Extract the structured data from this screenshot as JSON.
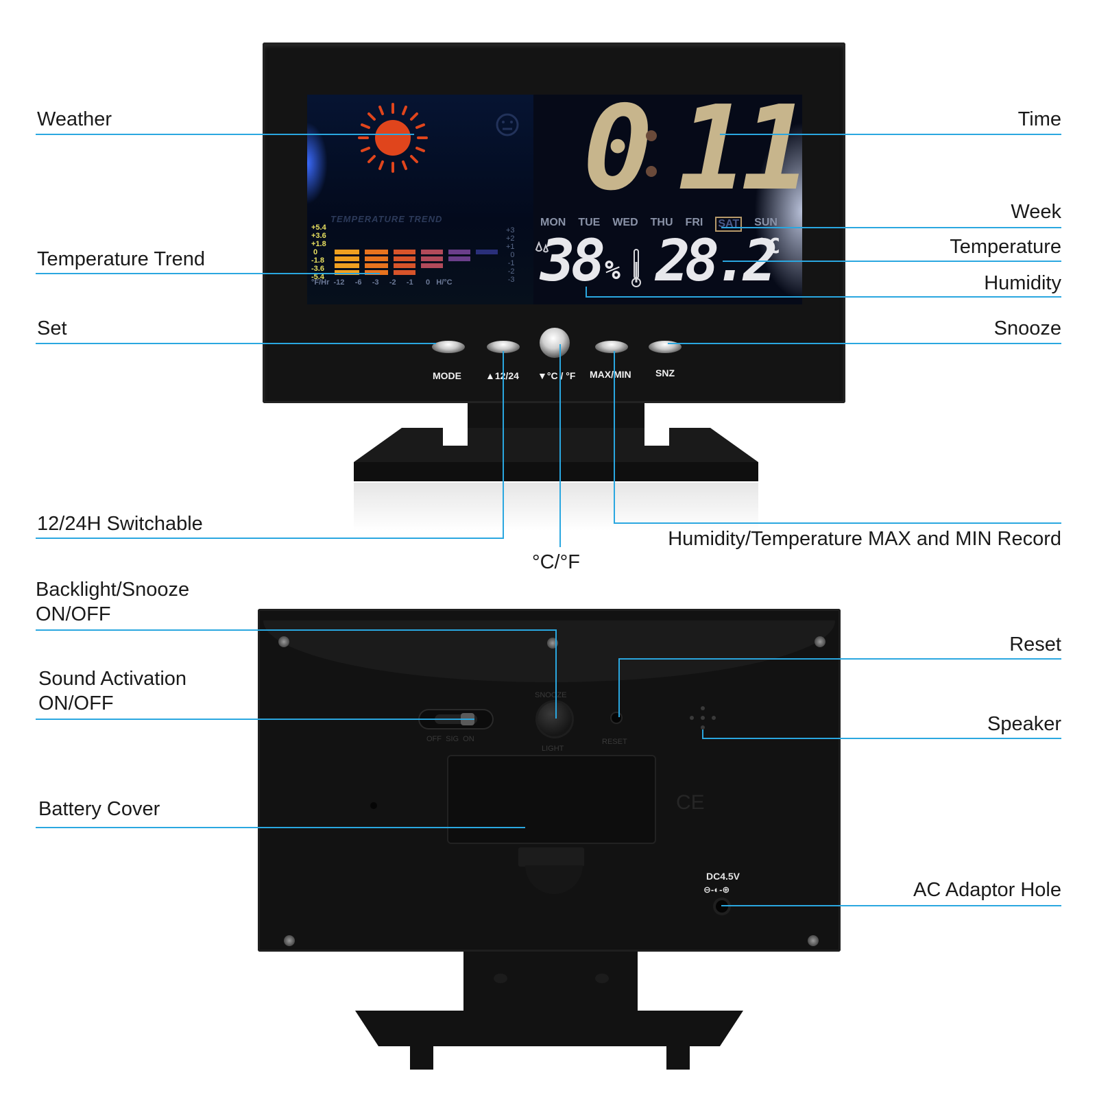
{
  "labels": {
    "weather": "Weather",
    "time": "Time",
    "week": "Week",
    "temperature": "Temperature",
    "temperature_trend": "Temperature Trend",
    "humidity": "Humidity",
    "set": "Set",
    "snooze": "Snooze",
    "switch_12_24": "12/24H Switchable",
    "c_f": "°C/°F",
    "max_min": "Humidity/Temperature MAX and MIN Record",
    "backlight": "Backlight/Snooze\nON/OFF",
    "reset": "Reset",
    "sound": "Sound Activation\nON/OFF",
    "speaker": "Speaker",
    "battery": "Battery Cover",
    "ac": "AC Adaptor Hole"
  },
  "display": {
    "hours": "0",
    "minutes": "11",
    "days": [
      "MON",
      "TUE",
      "WED",
      "THU",
      "FRI",
      "SAT",
      "SUN"
    ],
    "selected_day": "SAT",
    "humidity": "38",
    "humidity_unit": "%",
    "temperature": "28.2",
    "temp_unit": "°C",
    "trend_caption": "TEMPERATURE TREND",
    "trend_scale_left": "+5.4\n+3.6\n+1.8\n 0\n-1.8\n-3.6\n-5.4",
    "trend_scale_right": "+3\n+2\n+1\n0\n-1\n-2\n-3",
    "trend_axis": "°F/Hr  -12     -6     -3     -2     -1      0   H/°C"
  },
  "buttons": {
    "mode": "MODE",
    "h1224": "▲12/24",
    "cf": "▼°C / °F",
    "maxmin": "MAX/MIN",
    "snz": "SNZ"
  },
  "back": {
    "dc": "DC4.5V",
    "dc_symbol": "⊖-◐-⊕",
    "snooze_emb": "SNOOZE",
    "light_emb": "LIGHT",
    "reset_emb": "RESET",
    "switch_emb": "OFF  SIG  ON",
    "ce": "CE"
  },
  "colors": {
    "callout": "#2aa7e0",
    "lcd_digits": "#c7b58c",
    "sun": "#e0451c"
  }
}
